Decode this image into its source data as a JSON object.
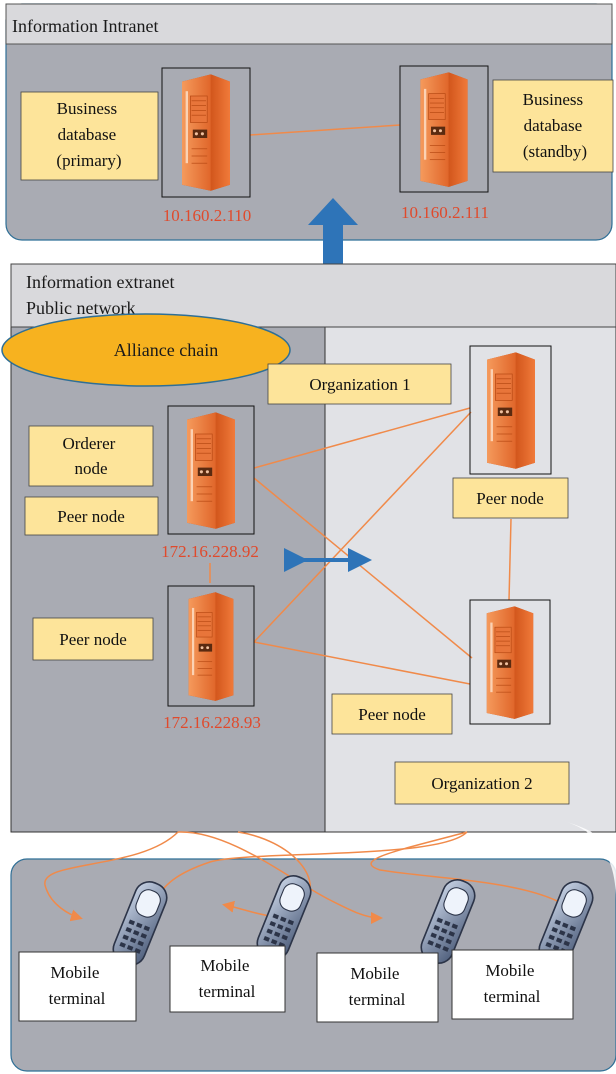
{
  "intranet": {
    "title": "Information Intranet",
    "primary_db_label": [
      "Business",
      "database",
      "(primary)"
    ],
    "standby_db_label": [
      "Business",
      "database",
      "(standby)"
    ],
    "primary_ip": "10.160.2.110",
    "standby_ip": "10.160.2.111"
  },
  "extranet": {
    "title_line1": "Information extranet",
    "title_line2": "Public network",
    "alliance_chain": "Alliance chain",
    "organization_1": "Organization 1",
    "organization_2": "Organization 2",
    "orderer_node": [
      "Orderer",
      "node"
    ],
    "peer_node": "Peer node",
    "ip_a": "172.16.228.92",
    "ip_b": "172.16.228.93"
  },
  "mobile": {
    "terminal_label": [
      "Mobile",
      "terminal"
    ]
  },
  "colors": {
    "server_orange": "#f07a3a",
    "ip_red": "#e04a2c",
    "label_fill": "#fde49a",
    "link_orange": "#f08a4a",
    "arrow_blue": "#2e74b8",
    "ellipse_fill": "#f7b21f",
    "panel_gray": "#a9abb3",
    "panel_light": "#e1e2e6"
  }
}
